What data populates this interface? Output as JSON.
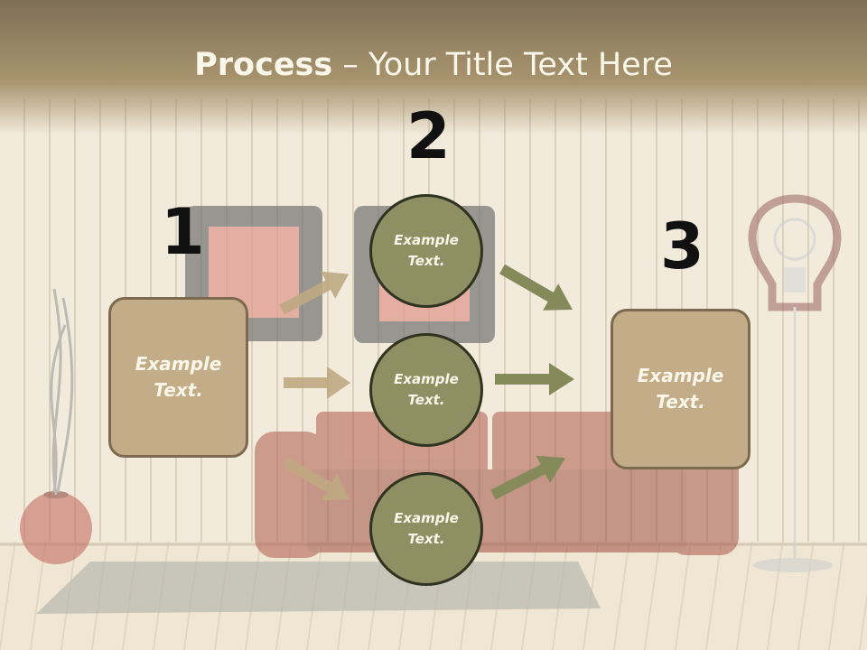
{
  "title": {
    "bold": "Process",
    "rest": " – Your Title Text Here"
  },
  "steps": [
    {
      "number": "1",
      "text": "Example\nText."
    },
    {
      "number": "2",
      "text": ""
    },
    {
      "number": "3",
      "text": "Example\nText."
    }
  ],
  "circles": [
    {
      "text": "Example\nText."
    },
    {
      "text": "Example\nText."
    },
    {
      "text": "Example\nText."
    }
  ],
  "colors": {
    "box_fill": "#c2ad88",
    "circle_fill": "#8e8f62",
    "arrow_tan": "#bfa982",
    "arrow_olive": "#858a5a",
    "title_bar": "#a8946e"
  },
  "icons": {
    "background": "living-room-illustration",
    "arrows": "arrow-right-icon"
  }
}
